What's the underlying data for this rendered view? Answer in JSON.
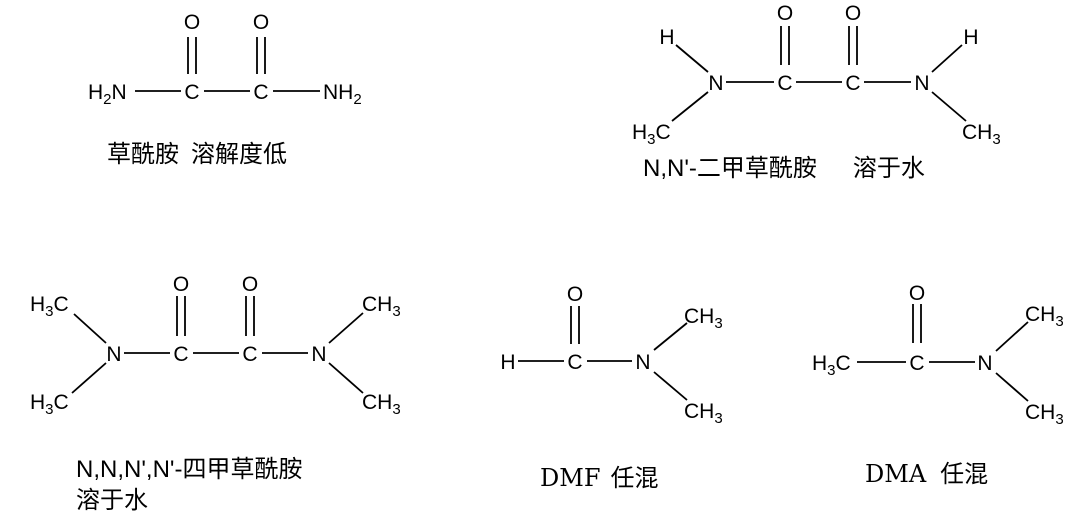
{
  "molecules": [
    {
      "name": "oxamide",
      "atoms": {
        "o": "O",
        "c": "C",
        "h": "H",
        "n": "N",
        "nh": "NH",
        "sub2": "2"
      },
      "caption_name": "草酰胺",
      "caption_note": "溶解度低"
    },
    {
      "name": "dimethyloxamide",
      "atoms": {
        "o": "O",
        "c": "C",
        "h": "H",
        "n": "N",
        "ch": "CH",
        "sub3": "3"
      },
      "caption_prefix": "N,N'-",
      "caption_name": "二甲草酰胺",
      "caption_note": "溶于水"
    },
    {
      "name": "tetramethyloxamide",
      "atoms": {
        "o": "O",
        "c": "C",
        "h": "H",
        "n": "N",
        "ch": "CH",
        "sub3": "3"
      },
      "caption_prefix": "N,N,N',N'-",
      "caption_name": "四甲草酰胺",
      "caption_note": "溶于水"
    },
    {
      "name": "dmf",
      "atoms": {
        "o": "O",
        "c": "C",
        "h": "H",
        "n": "N",
        "ch": "CH",
        "sub3": "3"
      },
      "caption_name": "DMF",
      "caption_note": "任混"
    },
    {
      "name": "dma",
      "atoms": {
        "o": "O",
        "c": "C",
        "h": "H",
        "n": "N",
        "ch": "CH",
        "sub3": "3"
      },
      "caption_name": "DMA",
      "caption_note": "任混"
    }
  ]
}
